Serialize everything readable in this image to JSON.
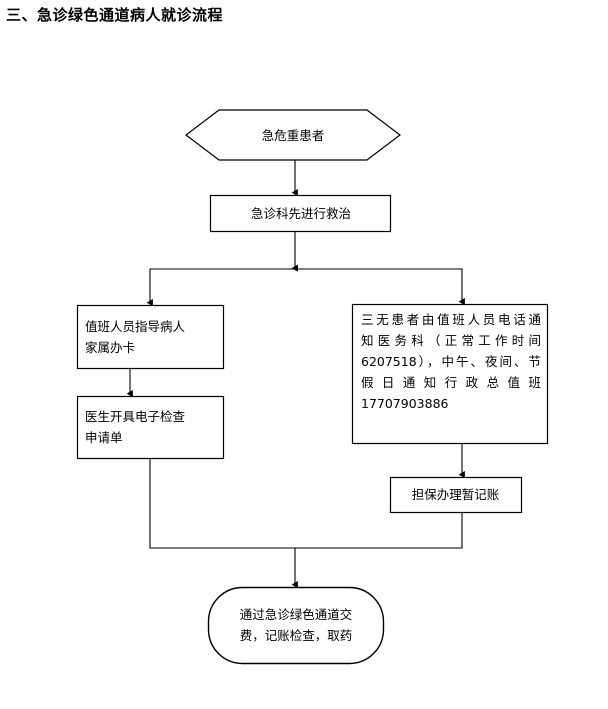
{
  "page": {
    "title": "三、急诊绿色通道病人就诊流程"
  },
  "flowchart": {
    "type": "flowchart",
    "orientation": "top-down",
    "nodes": [
      {
        "id": "start",
        "shape": "hexagon",
        "label": "急危重患者"
      },
      {
        "id": "emergency-treatment",
        "shape": "rectangle",
        "label": "急诊科先进行救治"
      },
      {
        "id": "staff-guide",
        "shape": "rectangle",
        "label_line1": "值班人员指导病人",
        "label_line2": "家属办卡"
      },
      {
        "id": "doctor-order",
        "shape": "rectangle",
        "label_line1": "医生开具电子检查",
        "label_line2": "申请单"
      },
      {
        "id": "notify-medical-dept",
        "shape": "rectangle",
        "label_line1": "三无患者由值班人员电话通",
        "label_line2": "知医务科（正常工作时间",
        "label_line3": "6207518），中午、夜间、节",
        "label_line4": "假日通知行政总值班",
        "label_line5": "17707903886"
      },
      {
        "id": "guarantee-credit",
        "shape": "rectangle",
        "label": "担保办理暂记账"
      },
      {
        "id": "final",
        "shape": "rounded-rectangle",
        "label_line1": "通过急诊绿色通道交",
        "label_line2": "费，记账检查，取药"
      }
    ],
    "edges": [
      {
        "from": "start",
        "to": "emergency-treatment",
        "arrow": true
      },
      {
        "from": "emergency-treatment",
        "to": "staff-guide",
        "arrow": true,
        "style": "split"
      },
      {
        "from": "emergency-treatment",
        "to": "notify-medical-dept",
        "arrow": true,
        "style": "split"
      },
      {
        "from": "staff-guide",
        "to": "doctor-order",
        "arrow": true
      },
      {
        "from": "notify-medical-dept",
        "to": "guarantee-credit",
        "arrow": true
      },
      {
        "from": "doctor-order",
        "to": "final",
        "arrow": true,
        "style": "merge"
      },
      {
        "from": "guarantee-credit",
        "to": "final",
        "arrow": true,
        "style": "merge"
      }
    ],
    "colors": {
      "stroke": "#000000",
      "fill": "#ffffff",
      "text": "#000000"
    }
  }
}
